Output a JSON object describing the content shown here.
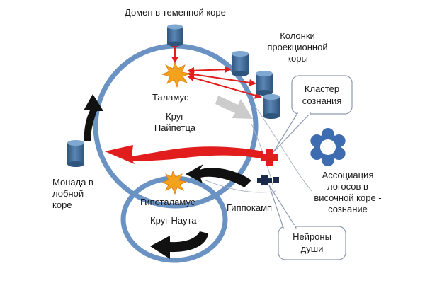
{
  "labels": {
    "parietal_domain": "Домен в теменной коре",
    "projection_columns": "Колонки\nпроекционной\nкоры",
    "thalamus": "Таламус",
    "papez_circuit": "Круг\nПайпетца",
    "consciousness_cluster": "Кластер\nсознания",
    "frontal_monad": "Монада в\nлобной\nкоре",
    "hypothalamus": "Гипоталамус",
    "nauta_circuit": "Круг Наута",
    "hippocampus": "Гиппокамп",
    "logos_association": "Ассоциация\nлогосов в\nвисочной коре -\nсознание",
    "soul_neurons": "Нейроны\nдуши"
  },
  "colors": {
    "circle_stroke": "#6a93c4",
    "cylinder_fill": "#3d6897",
    "red_arrow": "#e11d1d",
    "black_arrow": "#111111",
    "star_fill": "#f4a11b",
    "gear_fill": "#3d6db0",
    "grey_arrow": "#cccccc"
  },
  "icons": {
    "thalamus_marker": "starburst-icon",
    "hypothalamus_marker": "starburst-icon",
    "cluster_marker": "red-cross-icon",
    "hippocampus_marker": "dark-blue-cross-icon",
    "logos_marker": "flower-gear-icon",
    "columns_marker": "cylinder-icon"
  }
}
